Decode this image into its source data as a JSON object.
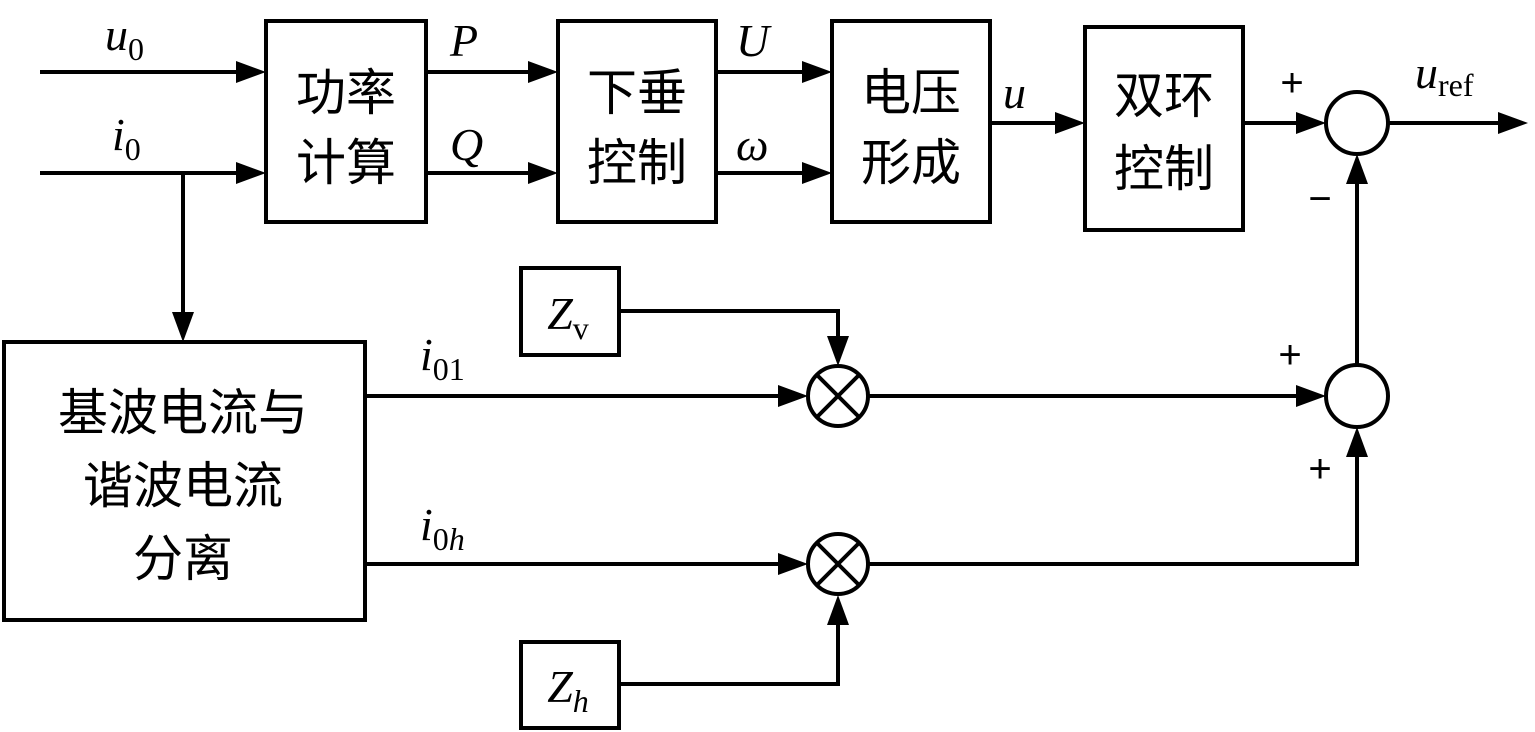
{
  "blocks": {
    "power_calc": [
      "功率",
      "计算"
    ],
    "droop": [
      "下垂",
      "控制"
    ],
    "voltage_form": [
      "电压",
      "形成"
    ],
    "dual_loop": [
      "双环",
      "控制"
    ],
    "separation": [
      "基波电流与",
      "谐波电流",
      "分离"
    ]
  },
  "signals": {
    "u0": {
      "base": "u",
      "sub": "0"
    },
    "i0": {
      "base": "i",
      "sub": "0"
    },
    "P": "P",
    "Q": "Q",
    "U": "U",
    "omega": "ω",
    "u": "u",
    "uref": {
      "base": "u",
      "sub": "ref"
    },
    "i01": {
      "base": "i",
      "sub": "01"
    },
    "i0h": {
      "base": "i",
      "sub": "0",
      "subi": "h"
    },
    "Zv": {
      "base": "Z",
      "sub": "v"
    },
    "Zh": {
      "base": "Z",
      "subi": "h"
    }
  },
  "signs": {
    "sum_top_plus": "+",
    "sum_top_minus": "−",
    "sum_bottom_plus_top": "+",
    "sum_bottom_plus_bottom": "+"
  },
  "colors": {
    "line": "#000000",
    "background": "#ffffff"
  }
}
